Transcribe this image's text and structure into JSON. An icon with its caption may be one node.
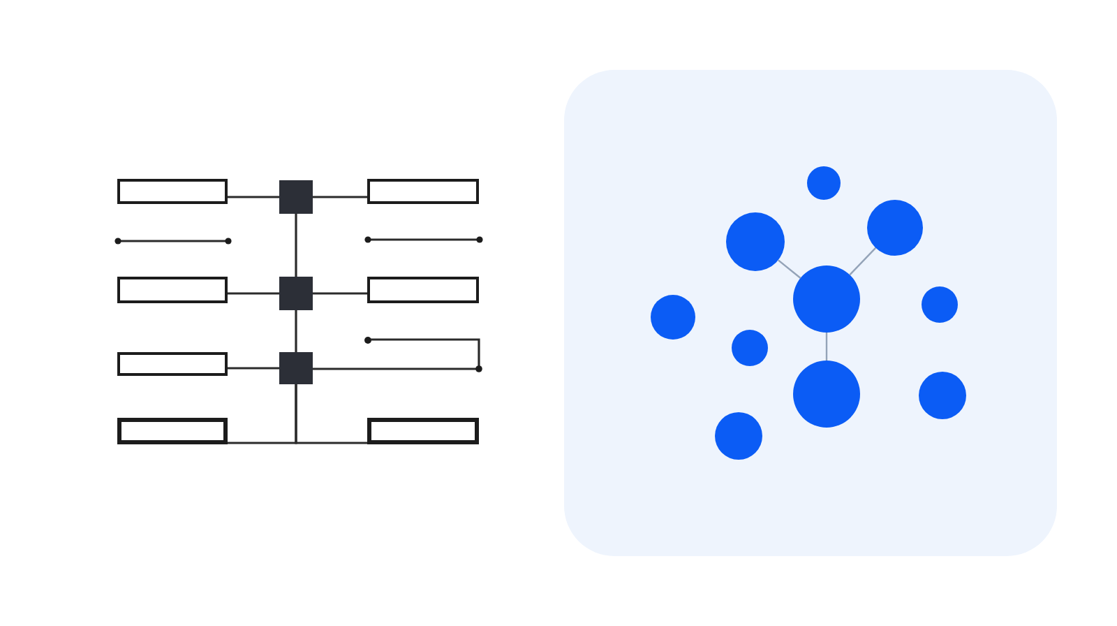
{
  "diagram": {
    "nodes": [
      {
        "text": [],
        "shape": "box"
      },
      {
        "text": [],
        "shape": "square"
      },
      {
        "text": [],
        "shape": "box"
      },
      {
        "text": [],
        "shape": "box"
      },
      {
        "text": [],
        "shape": "square"
      },
      {
        "text": [],
        "shape": "box"
      },
      {
        "text": [],
        "shape": "dot"
      },
      {
        "text": [],
        "shape": "box"
      },
      {
        "text": [],
        "shape": "square"
      },
      {
        "text": [],
        "shape": "box"
      },
      {
        "text": [],
        "shape": "box"
      },
      {
        "text": [],
        "shape": "panel"
      },
      {
        "text": [],
        "shape": "circle",
        "in": 11
      },
      {
        "text": [],
        "shape": "circle",
        "in": 11
      },
      {
        "text": [],
        "shape": "circle",
        "in": 11
      },
      {
        "text": [],
        "shape": "circle",
        "in": 11
      },
      {
        "text": [],
        "shape": "circle",
        "in": 11
      },
      {
        "text": [],
        "shape": "circle",
        "in": 11
      },
      {
        "text": [],
        "shape": "circle",
        "in": 11
      },
      {
        "text": [],
        "shape": "circle",
        "in": 11
      },
      {
        "text": [],
        "shape": "circle",
        "in": 11
      },
      {
        "text": [],
        "shape": "circle",
        "in": 11
      }
    ],
    "edges": [
      {
        "from": 0,
        "to": 1,
        "arrow": "none"
      },
      {
        "from": 1,
        "to": 2,
        "arrow": "none"
      },
      {
        "from": 1,
        "to": 4,
        "arrow": "none"
      },
      {
        "from": 3,
        "to": 4,
        "arrow": "none"
      },
      {
        "from": 4,
        "to": 5,
        "arrow": "none"
      },
      {
        "from": 4,
        "to": 8,
        "arrow": "none"
      },
      {
        "from": 7,
        "to": 8,
        "arrow": "none"
      },
      {
        "from": 8,
        "to": 6,
        "arrow": "none"
      },
      {
        "from": 8,
        "to": 9,
        "arrow": "none"
      },
      {
        "from": 8,
        "to": 10,
        "arrow": "none"
      },
      {
        "from": 14,
        "to": 15,
        "arrow": "none",
        "color": "#94a3b8"
      },
      {
        "from": 13,
        "to": 15,
        "arrow": "none",
        "color": "#94a3b8"
      },
      {
        "from": 15,
        "to": 19,
        "arrow": "none",
        "color": "#94a3b8"
      }
    ]
  }
}
